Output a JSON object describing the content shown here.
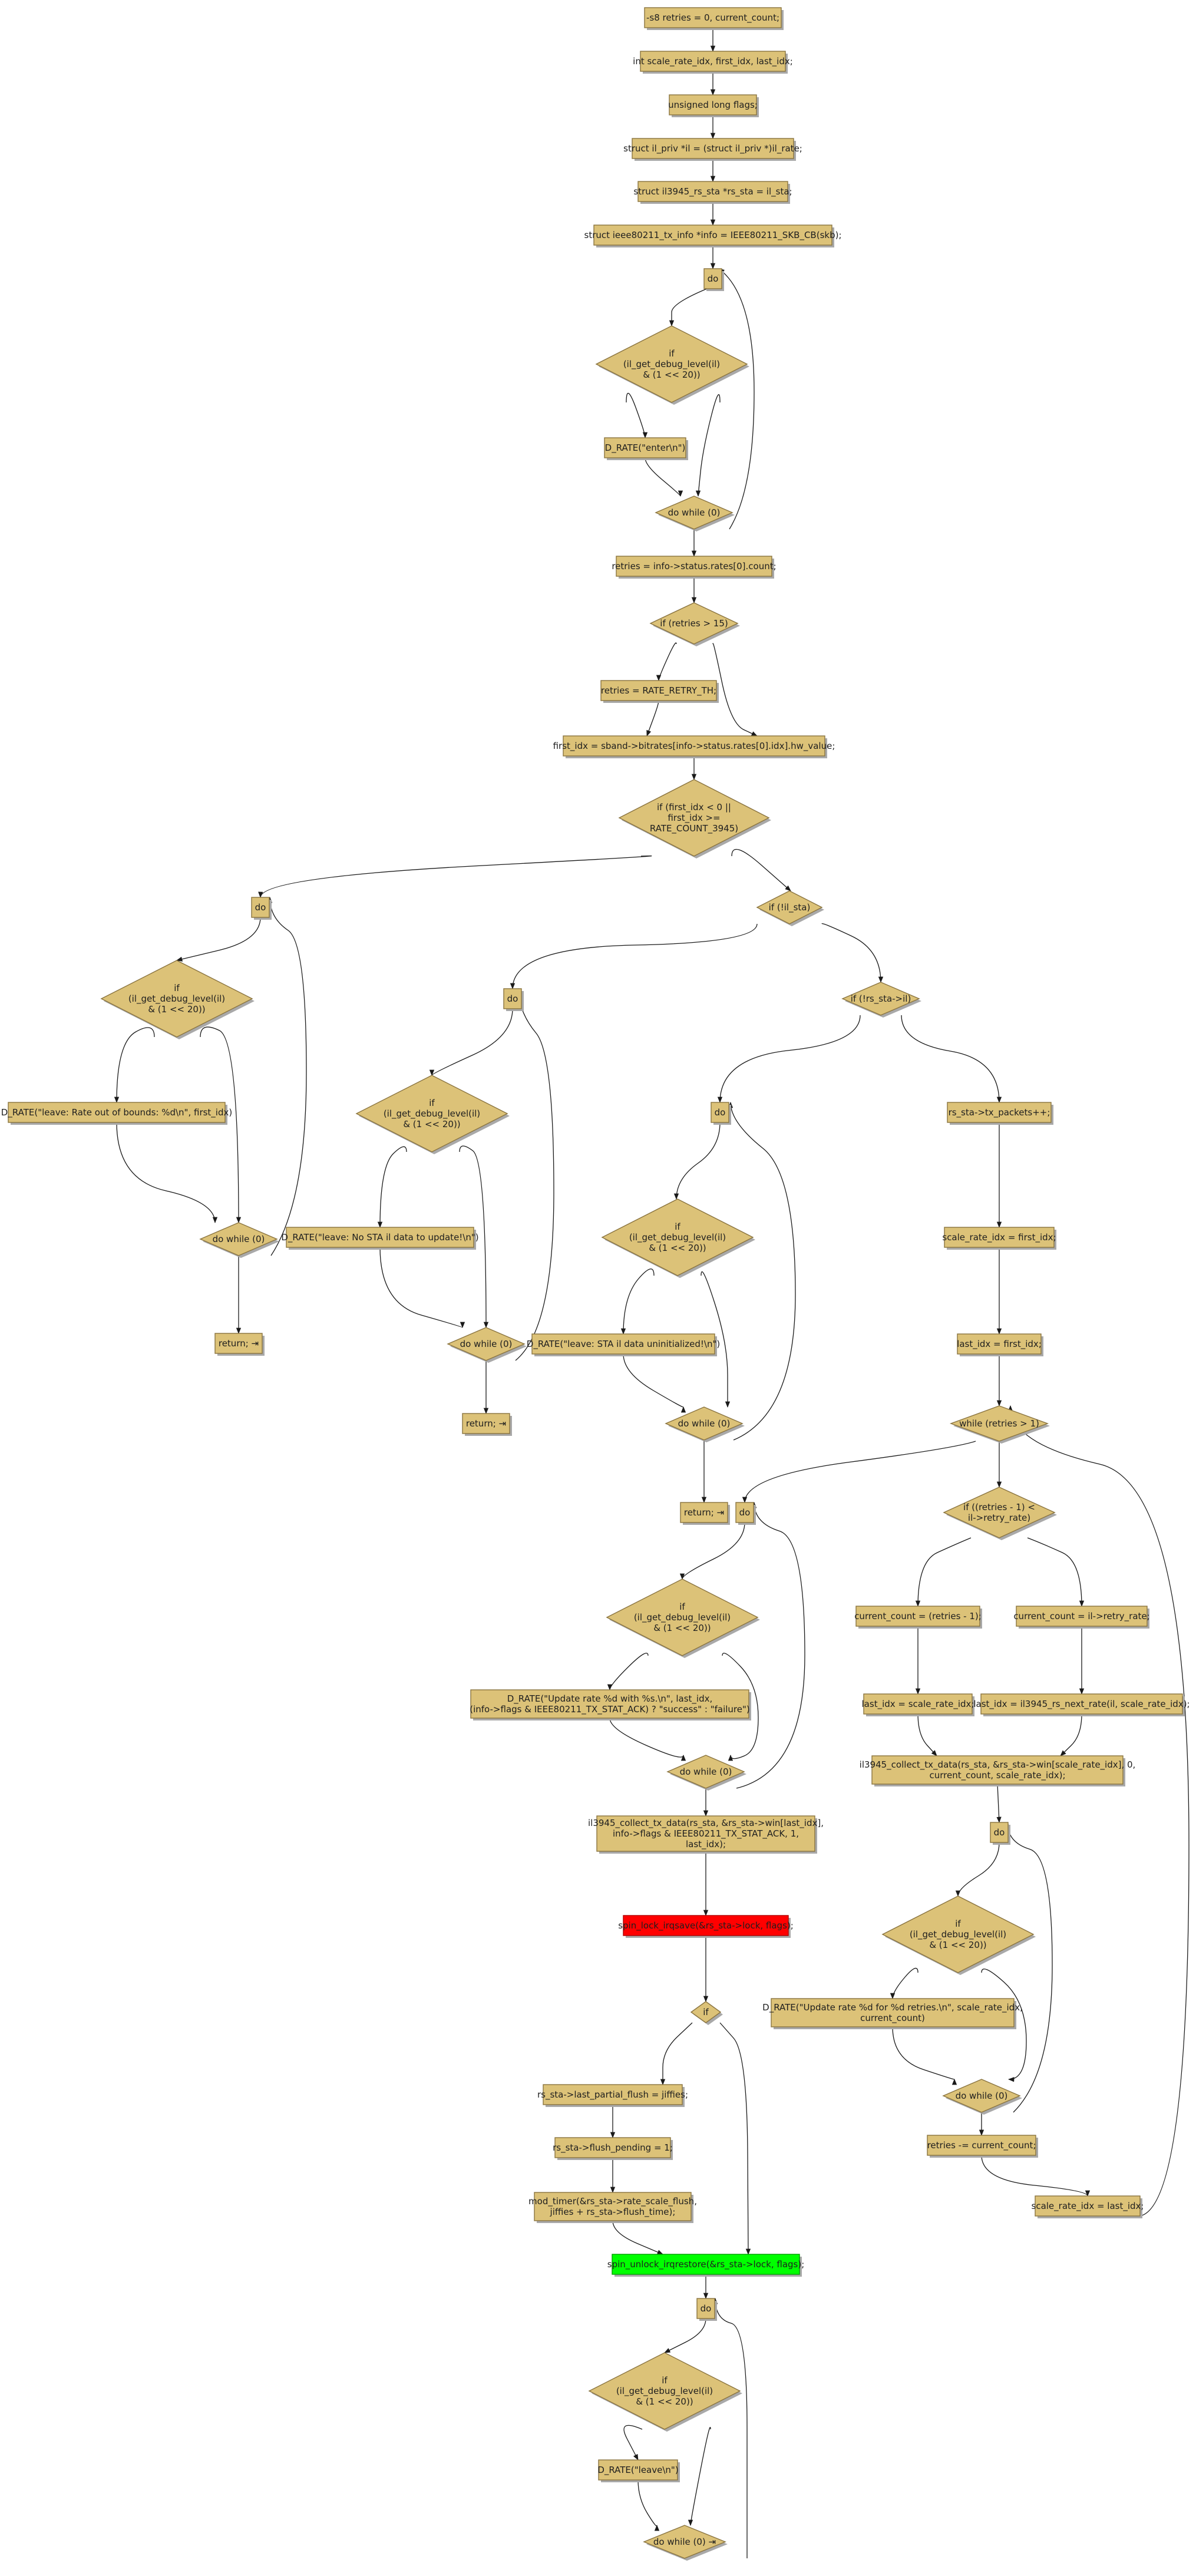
{
  "diagram": {
    "title": "rs_tx_status control flow",
    "nodes": [
      {
        "id": "n1",
        "shape": "rect",
        "label": [
          "-s8 retries = 0, current_count;"
        ]
      },
      {
        "id": "n2",
        "shape": "rect",
        "label": [
          "int scale_rate_idx, first_idx, last_idx;"
        ]
      },
      {
        "id": "n3",
        "shape": "rect",
        "label": [
          "unsigned long flags;"
        ]
      },
      {
        "id": "n4",
        "shape": "rect",
        "label": [
          "struct il_priv *il = (struct il_priv *)il_rate;"
        ]
      },
      {
        "id": "n5",
        "shape": "rect",
        "label": [
          "struct il3945_rs_sta *rs_sta = il_sta;"
        ]
      },
      {
        "id": "n6",
        "shape": "rect",
        "label": [
          "struct ieee80211_tx_info *info = IEEE80211_SKB_CB(skb);"
        ]
      },
      {
        "id": "n7",
        "shape": "rect",
        "label": [
          "do"
        ]
      },
      {
        "id": "n8",
        "shape": "diamond",
        "label": [
          "if",
          "(il_get_debug_level(il)",
          "& (1 << 20))"
        ]
      },
      {
        "id": "n9",
        "shape": "rect",
        "label": [
          "D_RATE(\"enter\\n\")"
        ]
      },
      {
        "id": "n10",
        "shape": "diamond",
        "label": [
          "do while (0)"
        ]
      },
      {
        "id": "n11",
        "shape": "rect",
        "label": [
          "retries = info->status.rates[0].count;"
        ]
      },
      {
        "id": "n12",
        "shape": "diamond",
        "label": [
          "if (retries > 15)"
        ]
      },
      {
        "id": "n13",
        "shape": "rect",
        "label": [
          "retries = RATE_RETRY_TH;"
        ]
      },
      {
        "id": "n14",
        "shape": "rect",
        "label": [
          "first_idx = sband->bitrates[info->status.rates[0].idx].hw_value;"
        ]
      },
      {
        "id": "n15",
        "shape": "diamond",
        "label": [
          "if (first_idx < 0 ||",
          "first_idx >=",
          "RATE_COUNT_3945)"
        ]
      },
      {
        "id": "n16",
        "shape": "rect",
        "label": [
          "do"
        ]
      },
      {
        "id": "n17",
        "shape": "diamond",
        "label": [
          "if",
          "(il_get_debug_level(il)",
          "& (1 << 20))"
        ]
      },
      {
        "id": "n18",
        "shape": "rect",
        "label": [
          "D_RATE(\"leave: Rate out of bounds: %d\\n\", first_idx)"
        ]
      },
      {
        "id": "n19",
        "shape": "diamond",
        "label": [
          "do while (0)"
        ]
      },
      {
        "id": "n20",
        "shape": "rect",
        "label": [
          "return; ⇥"
        ]
      },
      {
        "id": "n21",
        "shape": "diamond",
        "label": [
          "if (!il_sta)"
        ]
      },
      {
        "id": "n22",
        "shape": "rect",
        "label": [
          "do"
        ]
      },
      {
        "id": "n23",
        "shape": "diamond",
        "label": [
          "if",
          "(il_get_debug_level(il)",
          "& (1 << 20))"
        ]
      },
      {
        "id": "n24",
        "shape": "rect",
        "label": [
          "D_RATE(\"leave: No STA il data to update!\\n\")"
        ]
      },
      {
        "id": "n25",
        "shape": "diamond",
        "label": [
          "do while (0)"
        ]
      },
      {
        "id": "n26",
        "shape": "rect",
        "label": [
          "return; ⇥"
        ]
      },
      {
        "id": "n27",
        "shape": "diamond",
        "label": [
          "if (!rs_sta->il)"
        ]
      },
      {
        "id": "n28",
        "shape": "rect",
        "label": [
          "do"
        ]
      },
      {
        "id": "n29",
        "shape": "diamond",
        "label": [
          "if",
          "(il_get_debug_level(il)",
          "& (1 << 20))"
        ]
      },
      {
        "id": "n30",
        "shape": "rect",
        "label": [
          "D_RATE(\"leave: STA il data uninitialized!\\n\")"
        ]
      },
      {
        "id": "n31",
        "shape": "diamond",
        "label": [
          "do while (0)"
        ]
      },
      {
        "id": "n32",
        "shape": "rect",
        "label": [
          "return; ⇥"
        ]
      },
      {
        "id": "n33",
        "shape": "rect",
        "label": [
          "rs_sta->tx_packets++;"
        ]
      },
      {
        "id": "n34",
        "shape": "rect",
        "label": [
          "scale_rate_idx = first_idx;"
        ]
      },
      {
        "id": "n35",
        "shape": "rect",
        "label": [
          "last_idx = first_idx;"
        ]
      },
      {
        "id": "n36",
        "shape": "diamond",
        "label": [
          "while (retries > 1)"
        ]
      },
      {
        "id": "n37",
        "shape": "diamond",
        "label": [
          "if ((retries - 1) <",
          "il->retry_rate)"
        ]
      },
      {
        "id": "n38",
        "shape": "rect",
        "label": [
          "current_count = (retries - 1);"
        ]
      },
      {
        "id": "n39",
        "shape": "rect",
        "label": [
          "current_count = il->retry_rate;"
        ]
      },
      {
        "id": "n40",
        "shape": "rect",
        "label": [
          "last_idx = scale_rate_idx;"
        ]
      },
      {
        "id": "n41",
        "shape": "rect",
        "label": [
          "last_idx = il3945_rs_next_rate(il, scale_rate_idx);"
        ]
      },
      {
        "id": "n42",
        "shape": "rect",
        "label": [
          "il3945_collect_tx_data(rs_sta, &rs_sta->win[scale_rate_idx], 0,",
          "current_count, scale_rate_idx);"
        ]
      },
      {
        "id": "n43",
        "shape": "rect",
        "label": [
          "do"
        ]
      },
      {
        "id": "n44",
        "shape": "diamond",
        "label": [
          "if",
          "(il_get_debug_level(il)",
          "& (1 << 20))"
        ]
      },
      {
        "id": "n45",
        "shape": "rect",
        "label": [
          "D_RATE(\"Update rate %d for %d retries.\\n\", scale_rate_idx,",
          "current_count)"
        ]
      },
      {
        "id": "n46",
        "shape": "diamond",
        "label": [
          "do while (0)"
        ]
      },
      {
        "id": "n47",
        "shape": "rect",
        "label": [
          "retries -= current_count;"
        ]
      },
      {
        "id": "n48",
        "shape": "rect",
        "label": [
          "scale_rate_idx = last_idx;"
        ]
      },
      {
        "id": "n49",
        "shape": "rect",
        "label": [
          "do"
        ]
      },
      {
        "id": "n50",
        "shape": "diamond",
        "label": [
          "if",
          "(il_get_debug_level(il)",
          "& (1 << 20))"
        ]
      },
      {
        "id": "n51",
        "shape": "rect",
        "label": [
          "D_RATE(\"Update rate %d with %s.\\n\", last_idx,",
          "(info->flags & IEEE80211_TX_STAT_ACK) ? \"success\" : \"failure\")"
        ]
      },
      {
        "id": "n52",
        "shape": "diamond",
        "label": [
          "do while (0)"
        ]
      },
      {
        "id": "n53",
        "shape": "rect",
        "label": [
          "il3945_collect_tx_data(rs_sta, &rs_sta->win[last_idx],",
          "info->flags & IEEE80211_TX_STAT_ACK, 1,",
          "last_idx);"
        ]
      },
      {
        "id": "n54",
        "shape": "rect",
        "label": [
          "spin_lock_irqsave(&rs_sta->lock, flags);"
        ]
      },
      {
        "id": "n55",
        "shape": "diamond",
        "label": [
          "if"
        ]
      },
      {
        "id": "n56",
        "shape": "rect",
        "label": [
          "rs_sta->last_partial_flush = jiffies;"
        ]
      },
      {
        "id": "n57",
        "shape": "rect",
        "label": [
          "rs_sta->flush_pending = 1;"
        ]
      },
      {
        "id": "n58",
        "shape": "rect",
        "label": [
          "mod_timer(&rs_sta->rate_scale_flush,",
          "jiffies + rs_sta->flush_time);"
        ]
      },
      {
        "id": "n59",
        "shape": "rect",
        "label": [
          "spin_unlock_irqrestore(&rs_sta->lock, flags);"
        ]
      },
      {
        "id": "n60",
        "shape": "rect",
        "label": [
          "do"
        ]
      },
      {
        "id": "n61",
        "shape": "diamond",
        "label": [
          "if",
          "(il_get_debug_level(il)",
          "& (1 << 20))"
        ]
      },
      {
        "id": "n62",
        "shape": "rect",
        "label": [
          "D_RATE(\"leave\\n\")"
        ]
      },
      {
        "id": "n63",
        "shape": "diamond",
        "label": [
          "do while (0) ⇥"
        ]
      }
    ]
  }
}
